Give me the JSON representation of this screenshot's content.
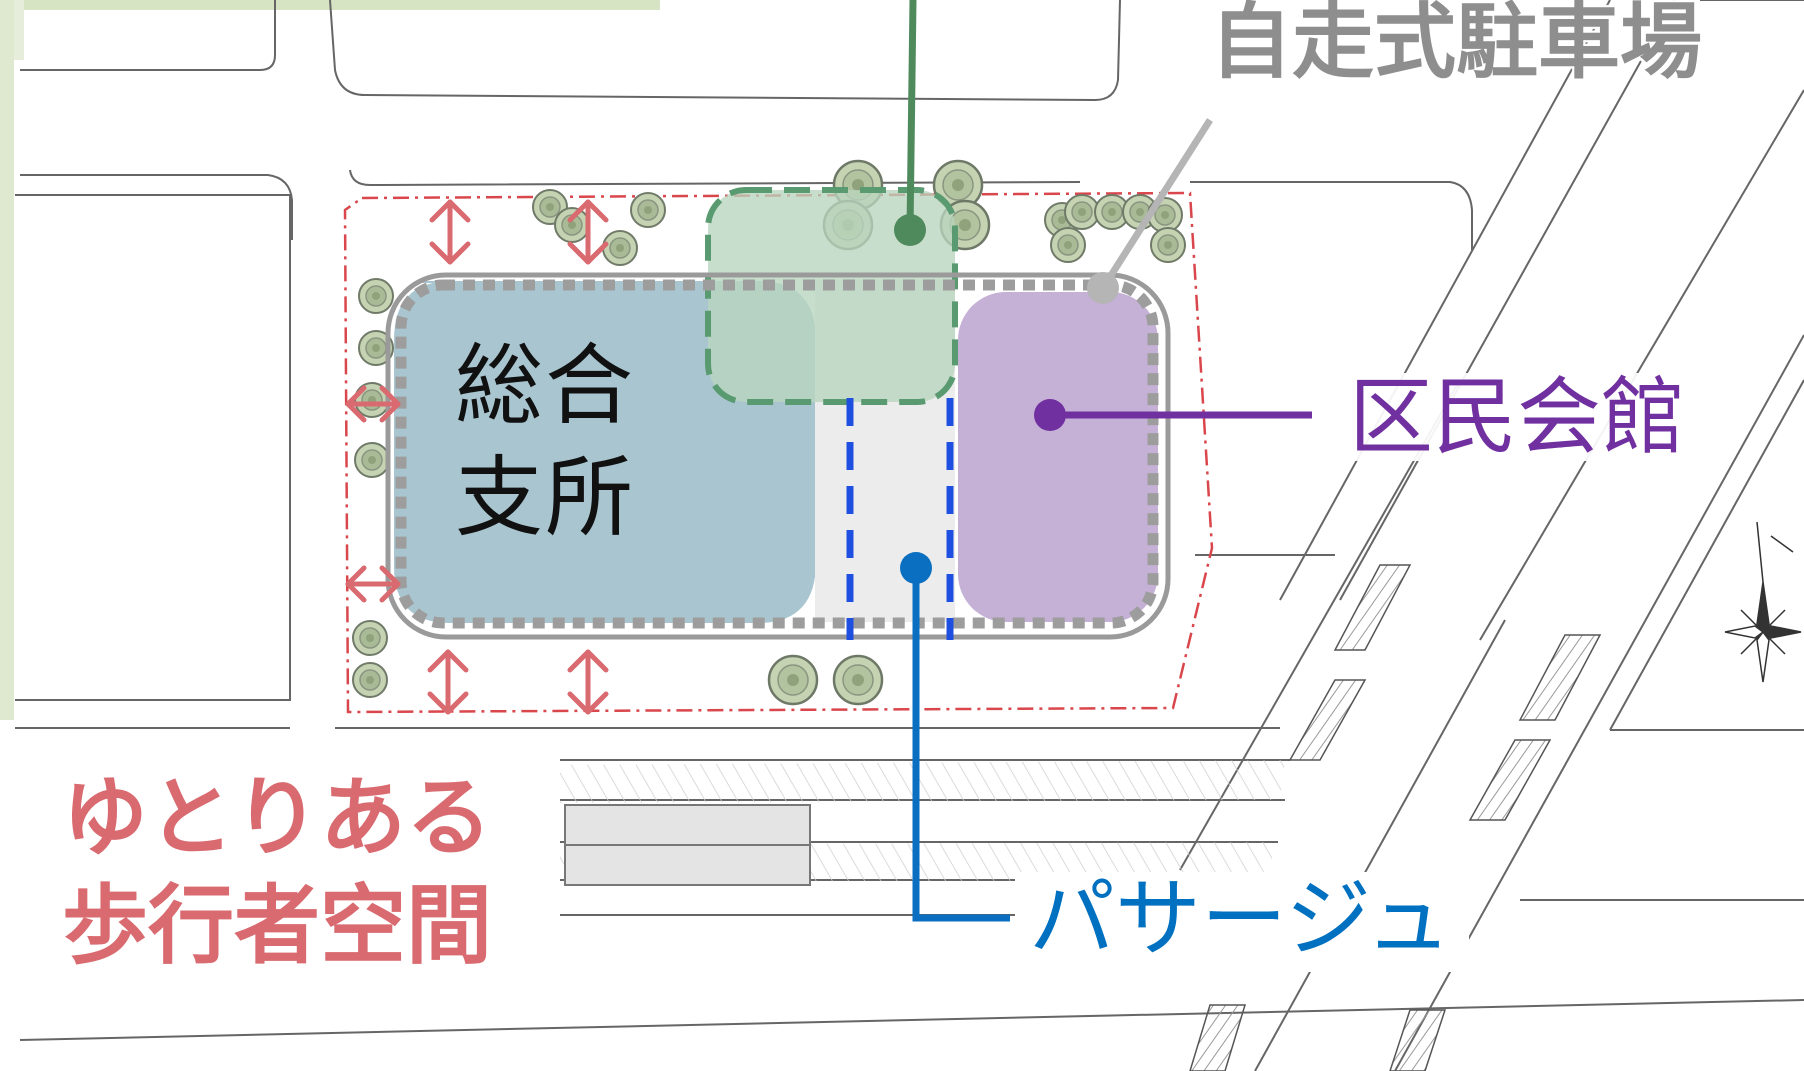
{
  "labels": {
    "sogo_shisho_line1": "総合",
    "sogo_shisho_line2": "支所",
    "jisoshiki_parking": "自走式駐車場",
    "kumin_kaikan": "区民会館",
    "passage": "パサージュ",
    "pedestrian_line1": "ゆとりある",
    "pedestrian_line2": "歩行者空間"
  },
  "colors": {
    "sogo_fill": "#a9c6d0",
    "parking_fill": "#c6dcc6",
    "parking_outline": "#5a9a70",
    "parking_leader": "#4e8a5c",
    "kumin_fill": "#c5b0d6",
    "kumin_leader": "#7030a0",
    "passage_fill": "#ececec",
    "passage_dash": "#1f4fe0",
    "passage_leader": "#0a6fc0",
    "setback_arrow": "#d96a70",
    "site_boundary": "#d9464b",
    "building_outline": "#9a9a9a",
    "parking_text": "#8e8e8e"
  }
}
